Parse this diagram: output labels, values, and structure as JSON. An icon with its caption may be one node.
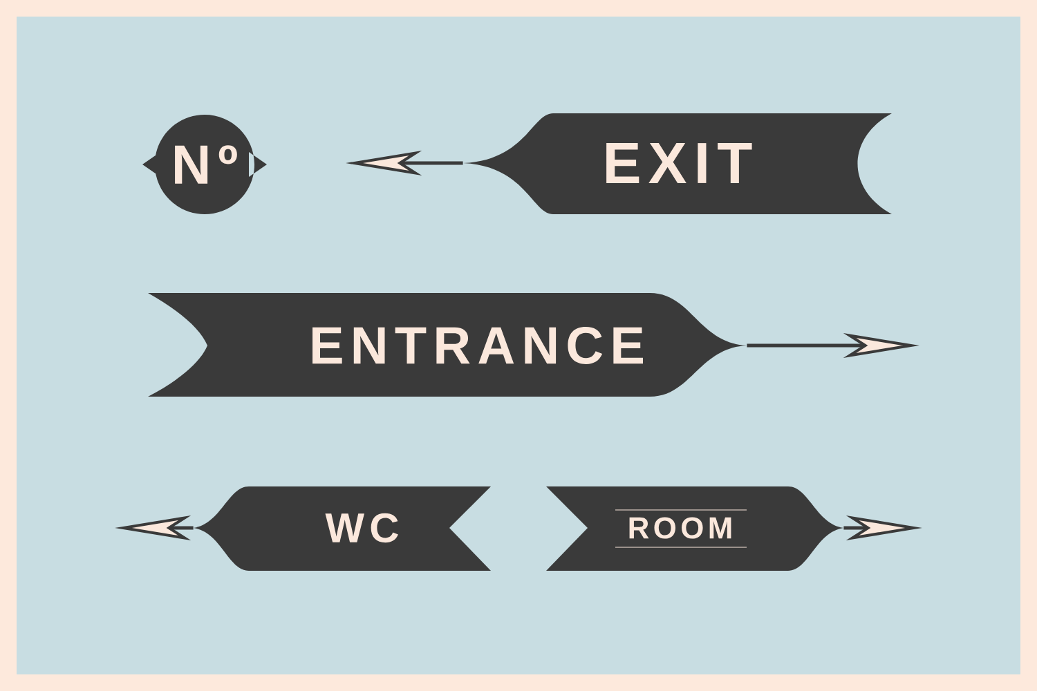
{
  "diagram": {
    "nodes": [
      {
        "text": [
          "Nº"
        ]
      },
      {
        "text": [
          "EXIT"
        ]
      },
      {
        "text": [
          "ENTRANCE"
        ]
      },
      {
        "text": [
          "WC"
        ]
      },
      {
        "text": [
          "ROOM"
        ]
      }
    ],
    "edges": [
      {
        "from": 1,
        "to": null,
        "arrow": "to"
      },
      {
        "from": 2,
        "to": null,
        "arrow": "to"
      },
      {
        "from": 3,
        "to": null,
        "arrow": "to"
      },
      {
        "from": 4,
        "to": null,
        "arrow": "to"
      }
    ]
  }
}
